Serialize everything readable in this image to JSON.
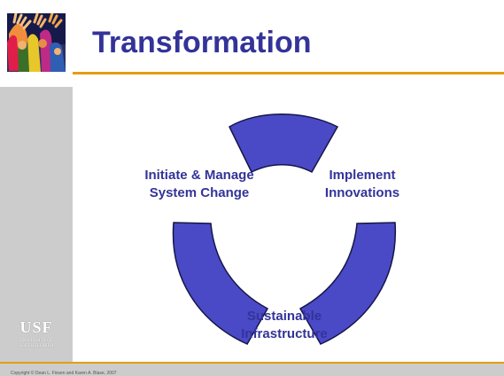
{
  "slide": {
    "title": "Transformation",
    "labels": {
      "initiate": "Initiate & Manage\nSystem Change",
      "implement": "Implement\nInnovations",
      "sustainable": "Sustainable\nInfrastructure"
    },
    "copyright": "Copyright © Dean L. Fixsen and Karen A. Blase, 2007",
    "usf": {
      "letters": "USF",
      "subtext": "UNIVERSITY OF\nSOUTH FLORIDA"
    }
  },
  "colors": {
    "title": "#333399",
    "arc_fill": "#4a4ac7",
    "arc_stroke": "#151548",
    "accent": "#e39d14",
    "side_panel": "#cccccc"
  }
}
